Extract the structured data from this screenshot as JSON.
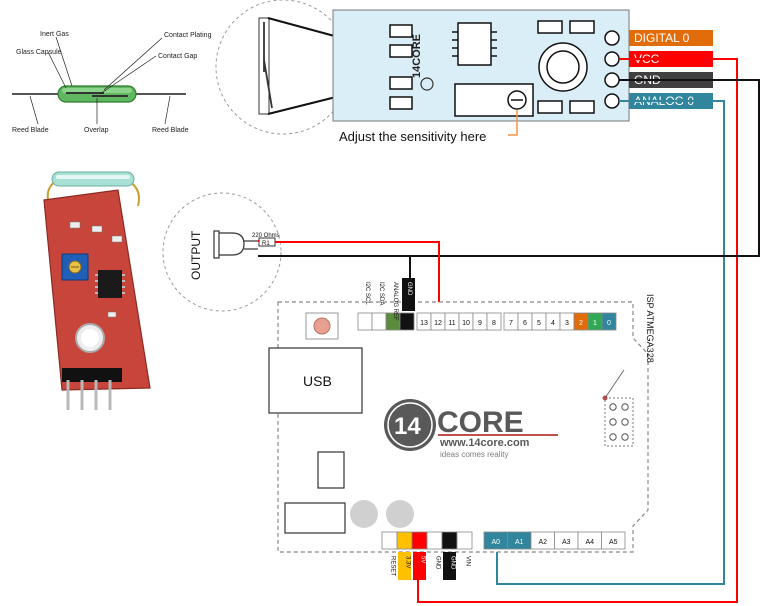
{
  "reed_switch": {
    "inert_gas": "Inert Gas",
    "glass_capsule": "Glass Capsule",
    "contact_plating": "Contact Plating",
    "contact_gap": "Contact Gap",
    "reed_blade_left": "Reed Blade",
    "overlap": "Overlap",
    "reed_blade_right": "Reed Blade"
  },
  "module": {
    "brand": "14CORE",
    "adjust_label": "Adjust the sensitivity here"
  },
  "module_pins": [
    {
      "label": "DIGITAL 0",
      "color": "#e36c0a"
    },
    {
      "label": "VCC",
      "color": "#ff0000"
    },
    {
      "label": "GND",
      "color": "#404040"
    },
    {
      "label": "ANALOG 0",
      "color": "#31859c"
    }
  ],
  "led": {
    "output_label": "OUTPUT",
    "resistor_value": "220 Ohms",
    "resistor_name": "R1"
  },
  "arduino": {
    "usb_label": "USB",
    "logo_number": "14",
    "logo_text": "CORE",
    "website": "www.14core.com",
    "tagline": "ideas comes reality",
    "isp_label": "ISP ATMEGA328",
    "top_header_labels": [
      "I2C SCL",
      "I2C SDA",
      "ANALOG REF",
      "GND"
    ],
    "digital_pins": [
      "13",
      "12",
      "11",
      "10",
      "9",
      "8",
      "7",
      "6",
      "5",
      "4",
      "3",
      "2",
      "1",
      "0"
    ],
    "analog_pins": [
      "A0",
      "A1",
      "A2",
      "A3",
      "A4",
      "A5"
    ],
    "power_labels": [
      "RESET",
      "3.3V",
      "5V",
      "GND",
      "GND",
      "VIN"
    ]
  },
  "colors": {
    "vcc": "#ff0000",
    "gnd": "#000000",
    "analog": "#31859c",
    "digital": "#e36c0a",
    "pcb_red": "#c8453b",
    "module_bg": "#d9eef7"
  }
}
